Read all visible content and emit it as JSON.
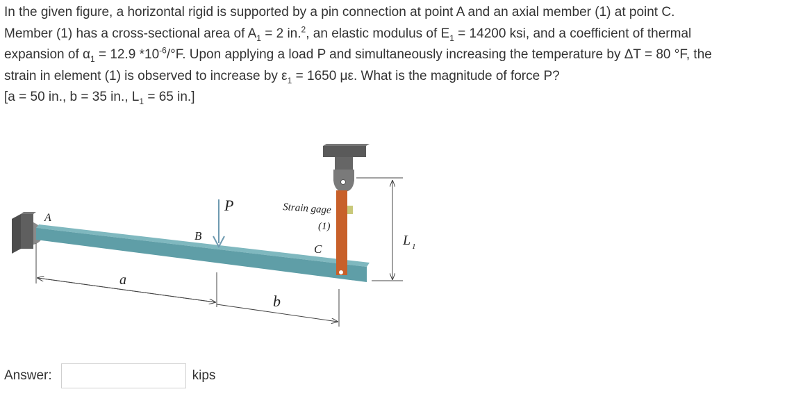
{
  "question": {
    "line1": "In the given figure, a horizontal rigid is supported by a pin connection at point A and an axial member (1) at point C.",
    "line2_a": "Member (1) has a cross-sectional area of A",
    "line2_b": " = 2 in.",
    "line2_c": ", an elastic modulus of E",
    "line2_d": " = 14200 ksi, and a coefficient of thermal",
    "line3_a": "expansion of α",
    "line3_b": " = 12.9 *10",
    "line3_c": "/°F. Upon applying a load P and simultaneously increasing the temperature by ΔT = 80 °F, the",
    "line4_a": "strain in element (1) is observed to increase by ε",
    "line4_b": " = 1650 με. What is the magnitude of force P?",
    "line5_a": "[a = 50 in., b = 35 in., L",
    "line5_b": " = 65 in.]",
    "sub1": "1",
    "sup2": "2",
    "sup_exp": "-6"
  },
  "figure": {
    "label_A": "A",
    "label_B": "B",
    "label_P": "P",
    "label_C": "C",
    "label_strain_gage": "Strain gage",
    "label_member": "(1)",
    "label_a": "a",
    "label_b": "b",
    "label_L": "L",
    "label_L_sub": "1",
    "colors": {
      "beam_top": "#7fb8bf",
      "beam_front": "#5f9ea7",
      "member": "#c8602a",
      "support": "#5f5f5f",
      "gage": "#c9c97a",
      "arrow": "#6e9ab0"
    }
  },
  "answer": {
    "label": "Answer:",
    "value": "",
    "placeholder": "",
    "units": "kips"
  }
}
